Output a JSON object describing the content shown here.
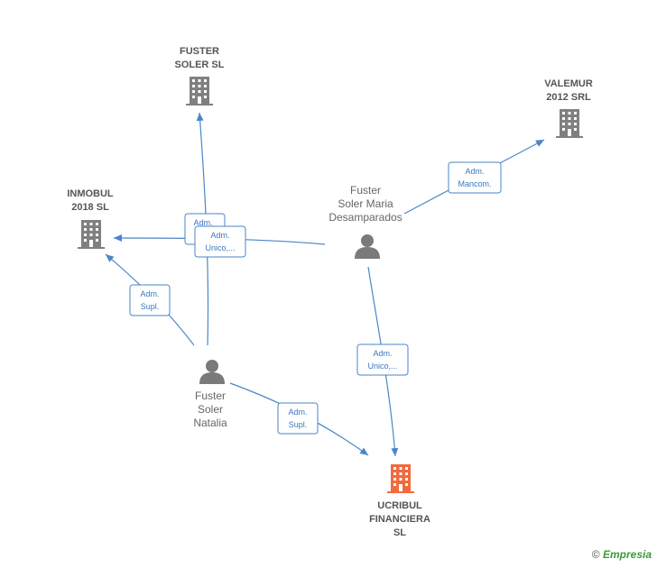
{
  "colors": {
    "edge": "#4a86c8",
    "company": "#808080",
    "highlight": "#f26a3d",
    "person": "#7a7a7a"
  },
  "nodes": {
    "fuster_soler_sl": {
      "lines": [
        "FUSTER",
        "SOLER  SL"
      ],
      "type": "company-icon"
    },
    "valemur": {
      "lines": [
        "VALEMUR",
        "2012 SRL"
      ],
      "type": "company-icon"
    },
    "inmobul": {
      "lines": [
        "INMOBUL",
        "2018  SL"
      ],
      "type": "company-icon"
    },
    "ucribul": {
      "lines": [
        "UCRIBUL",
        "FINANCIERA",
        "SL"
      ],
      "type": "company-icon-highlight"
    },
    "fuster_maria": {
      "lines": [
        "Fuster",
        "Soler Maria",
        "Desamparados"
      ],
      "type": "person-icon"
    },
    "fuster_natalia": {
      "lines": [
        "Fuster",
        "Soler",
        "Natalia"
      ],
      "type": "person-icon"
    }
  },
  "edges": {
    "e_maria_valemur": {
      "lines": [
        "Adm.",
        "Mancom."
      ]
    },
    "e_natalia_fsl": {
      "lines": [
        "Adm.",
        ""
      ]
    },
    "e_maria_inmobul": {
      "lines": [
        "Adm.",
        "Unico,..."
      ]
    },
    "e_natalia_inmobul": {
      "lines": [
        "Adm.",
        "Supl."
      ]
    },
    "e_maria_ucribul": {
      "lines": [
        "Adm.",
        "Unico,..."
      ]
    },
    "e_natalia_ucribul": {
      "lines": [
        "Adm.",
        "Supl."
      ]
    }
  },
  "watermark": {
    "copyright": "©",
    "brand": "Empresia"
  }
}
